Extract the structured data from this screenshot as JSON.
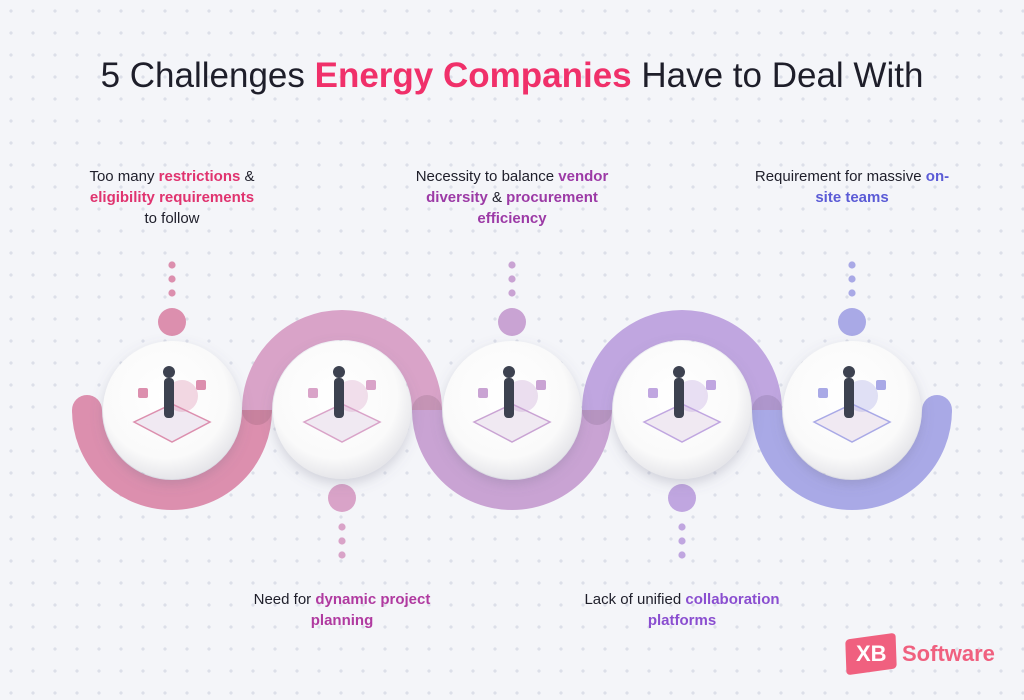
{
  "title": {
    "pre": "5 Challenges ",
    "highlight": "Energy Companies",
    "post": " Have to Deal With"
  },
  "challenges": [
    {
      "parts": [
        "Too many ",
        "restrictions",
        " & ",
        "eligibility requirements",
        " to follow"
      ],
      "color": "#e0336f"
    },
    {
      "parts": [
        "Need for ",
        "dynamic project planning",
        "",
        "",
        ""
      ],
      "color": "#b03aa0"
    },
    {
      "parts": [
        "Necessity to balance ",
        "vendor diversity",
        " & ",
        "procurement efficiency",
        ""
      ],
      "color": "#9c3aa6"
    },
    {
      "parts": [
        "Lack of unified ",
        "collaboration platforms",
        "",
        "",
        ""
      ],
      "color": "#8a4ed0"
    },
    {
      "parts": [
        "Requirement for massive ",
        "on-site teams",
        "",
        "",
        ""
      ],
      "color": "#5b5bd6"
    }
  ],
  "colors": {
    "arcs": [
      "#dc8fae",
      "#d9a3c8",
      "#c9a3d3",
      "#c0a6e0",
      "#a9a9e6"
    ],
    "accent": "#f0306a"
  },
  "logo": {
    "mark": "XB",
    "name": "Software"
  }
}
